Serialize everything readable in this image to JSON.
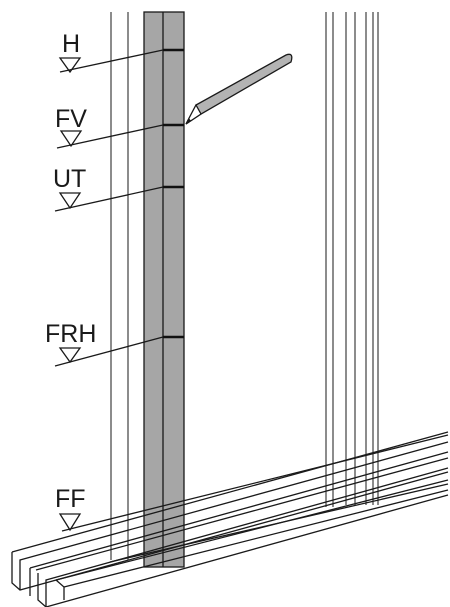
{
  "diagram": {
    "levels": [
      {
        "key": "h",
        "label": "H"
      },
      {
        "key": "fv",
        "label": "FV"
      },
      {
        "key": "ut",
        "label": "UT"
      },
      {
        "key": "frh",
        "label": "FRH"
      },
      {
        "key": "ff",
        "label": "FF"
      }
    ]
  },
  "colors": {
    "line": "#1a1a1a",
    "stud_fill": "#a6a6a6",
    "pencil_fill": "#b3b3b3",
    "background": "#ffffff"
  }
}
